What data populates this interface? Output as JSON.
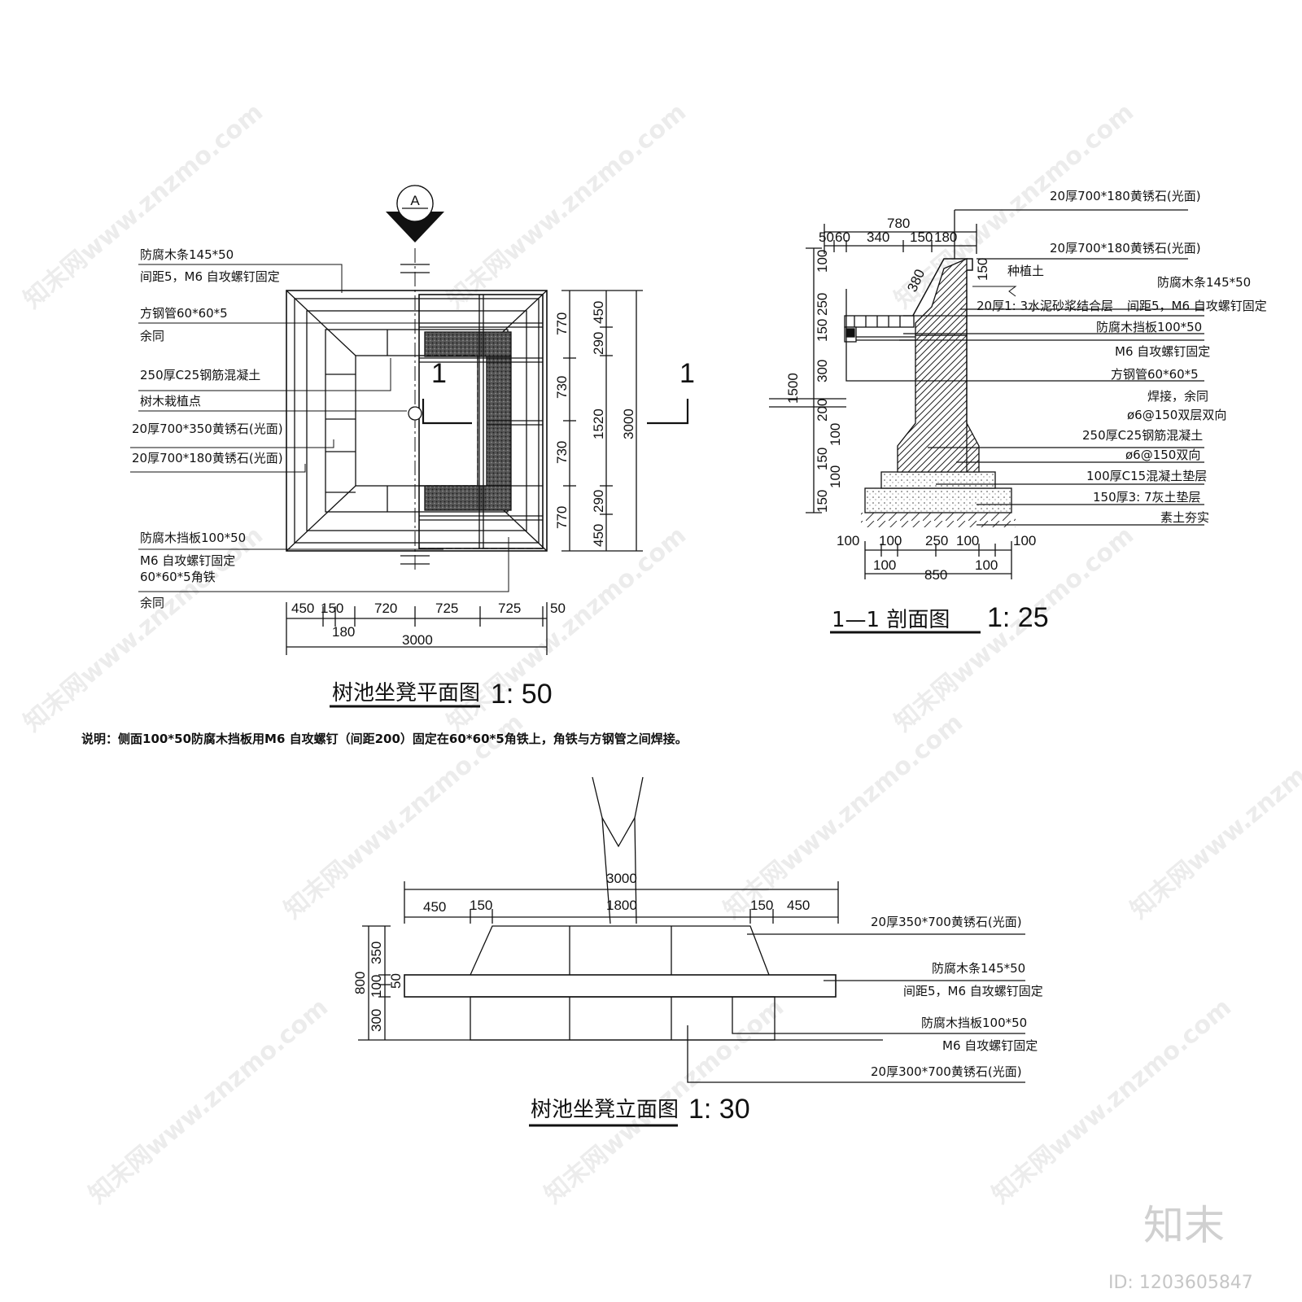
{
  "watermark": {
    "text": "知末网www.znzmo.com"
  },
  "plan": {
    "section_mark": "A",
    "cut_label_left": "1",
    "cut_label_right": "1",
    "labels": [
      "防腐木条145*50",
      "间距5，M6 自攻螺钉固定",
      "方钢管60*60*5",
      "余同",
      "250厚C25钢筋混凝土",
      "树木栽植点",
      "20厚700*350黄锈石(光面)",
      "20厚700*180黄锈石(光面)",
      "防腐木挡板100*50",
      "M6 自攻螺钉固定",
      "60*60*5角铁",
      "余同"
    ],
    "dims_bottom": [
      "450",
      "150",
      "720",
      "725",
      "725",
      "50"
    ],
    "dim_180": "180",
    "dim_total": "3000",
    "dims_right": [
      "770",
      "730",
      "730",
      "770"
    ],
    "dims_right2": [
      "450",
      "290",
      "1520",
      "290",
      "450"
    ],
    "dim_right_total": "3000",
    "title": "树池坐凳平面图",
    "scale": "1: 50"
  },
  "section": {
    "dims_top": [
      "780",
      "50",
      "60",
      "340",
      "150",
      "180"
    ],
    "dim_380": "380",
    "dim_150_top": "150",
    "dims_left": [
      "100",
      "250",
      "150",
      "300",
      "200",
      "100",
      "150",
      "100",
      "150"
    ],
    "dim_1500": "1500",
    "dims_bottom": [
      "100",
      "100",
      "250",
      "100",
      "100"
    ],
    "dims_bottom2": [
      "100",
      "850",
      "100"
    ],
    "labels": [
      "20厚700*180黄锈石(光面)",
      "20厚700*180黄锈石(光面)",
      "种植土",
      "防腐木条145*50",
      "20厚1: 3水泥砂浆结合层",
      "间距5，M6 自攻螺钉固定",
      "防腐木挡板100*50",
      "M6 自攻螺钉固定",
      "方钢管60*60*5",
      "焊接，余同",
      "ø6@150双层双向",
      "250厚C25钢筋混凝土",
      "ø6@150双向",
      "100厚C15混凝土垫层",
      "150厚3: 7灰土垫层",
      "素土夯实"
    ],
    "title": "1—1 剖面图",
    "scale": "1: 25"
  },
  "note": "说明：侧面100*50防腐木挡板用M6 自攻螺钉（间距200）固定在60*60*5角铁上，角铁与方钢管之间焊接。",
  "elevation": {
    "dim_total": "3000",
    "dims_top": [
      "450",
      "150",
      "1800",
      "150",
      "450"
    ],
    "dims_left": [
      "800",
      "350",
      "50",
      "100",
      "300"
    ],
    "labels": [
      "20厚350*700黄锈石(光面)",
      "防腐木条145*50",
      "间距5，M6 自攻螺钉固定",
      "防腐木挡板100*50",
      "M6 自攻螺钉固定",
      "20厚300*700黄锈石(光面)"
    ],
    "title": "树池坐凳立面图",
    "scale": "1: 30"
  },
  "brand": {
    "logo": "知末",
    "id": "ID: 1203605847"
  }
}
